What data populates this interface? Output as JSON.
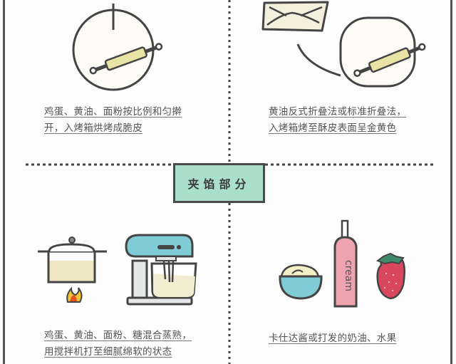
{
  "sections": {
    "crust_step1": {
      "lines": [
        "鸡蛋、黄油、面粉按比例和匀擀",
        "开，入烤箱烘烤成脆皮"
      ]
    },
    "crust_step2": {
      "lines": [
        "黄油反式折叠法或标准折叠法，",
        "入烤箱烤至酥皮表面呈金黄色"
      ]
    },
    "filling_header": "夹馅部分",
    "filling_step1": {
      "lines": [
        "鸡蛋、黄油、面粉、糖混合蒸熟，",
        "用搅拌机打至细腻绵软的状态"
      ]
    },
    "filling_step2": {
      "lines": [
        "卡仕达酱或打发的奶油、水果"
      ]
    },
    "cream_bottle_text": "cream"
  },
  "colors": {
    "outline": "#444444",
    "header_fill": "#aadfcc",
    "dough": "#e9e3a6",
    "mixer": "#7fcbd6",
    "bottle": "#eea4ae",
    "strawberry": "#d9475e",
    "cream": "#f2ecd0"
  }
}
